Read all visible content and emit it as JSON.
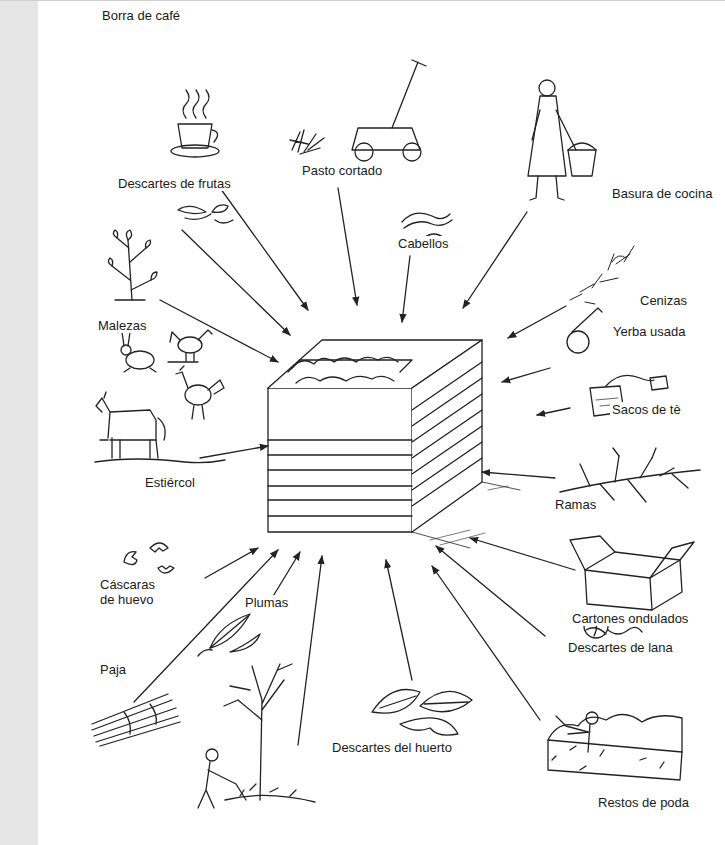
{
  "diagram": {
    "labels": [
      "Borra de café",
      "Pasto cortado",
      "Basura de cocina",
      "Descartes de frutas",
      "Cabellos",
      "Cenizas",
      "Malezas",
      "Yerba usada",
      "Sacos de tè",
      "Estiércol",
      "Ramas",
      "Cáscaras de huevo",
      "Cartones ondulados",
      "Plumas",
      "Descartes de lana",
      "Paja",
      "Descartes del huerto",
      "Restos de poda"
    ]
  }
}
